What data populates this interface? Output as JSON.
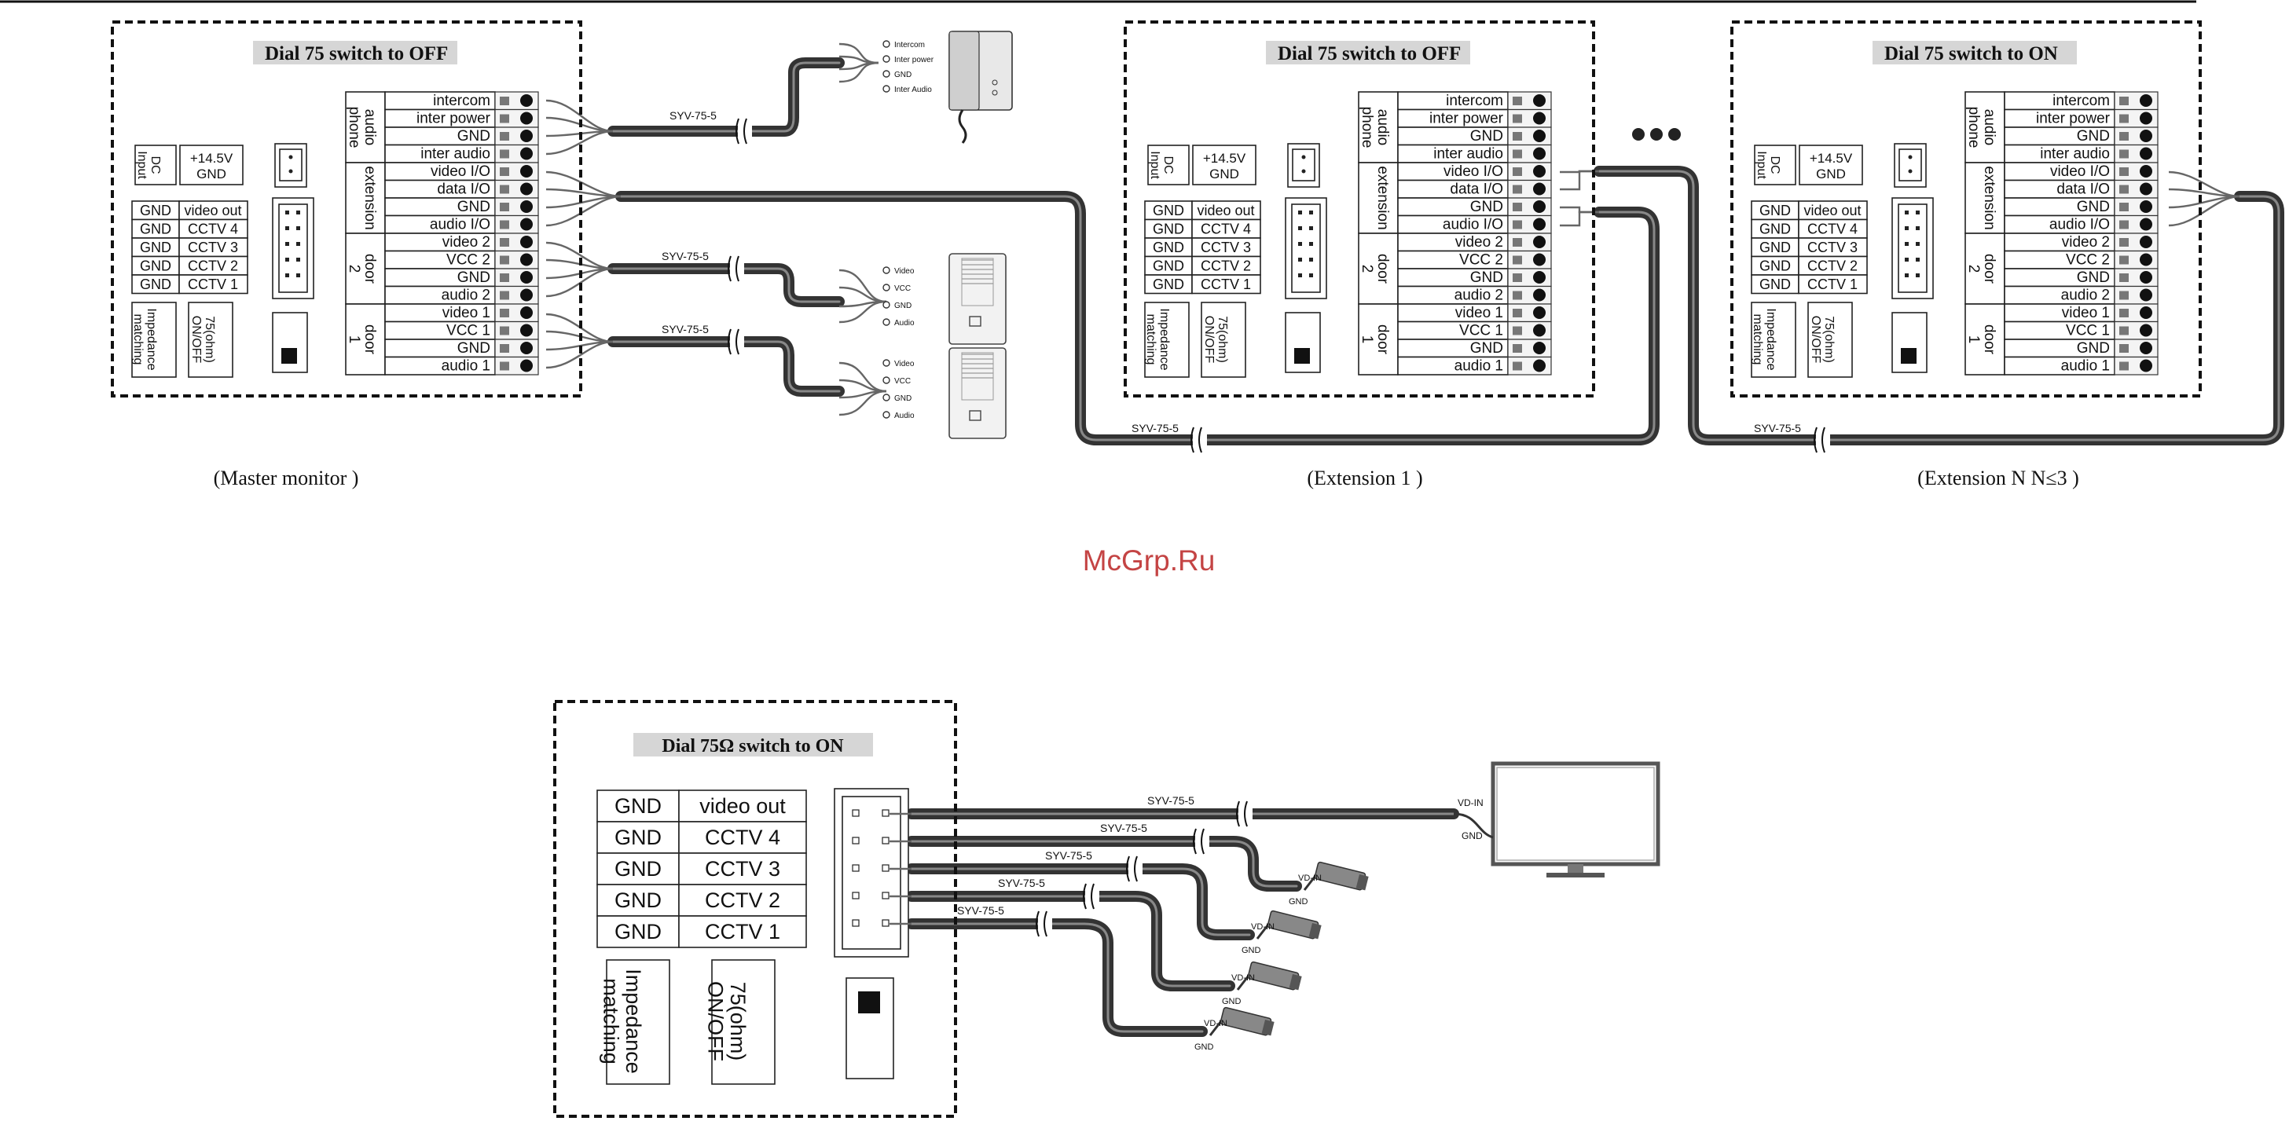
{
  "page": {
    "watermark": "McGrp.Ru",
    "captions": {
      "master": "(Master monitor )",
      "ext1": "(Extension 1 )",
      "extn": "(Extension  N N≤3 )"
    }
  },
  "top_panels": [
    {
      "id": "master",
      "banner": "Dial 75  switch to OFF"
    },
    {
      "id": "ext1",
      "banner": "Dial 75  switch to OFF"
    },
    {
      "id": "extn",
      "banner": "Dial 75  switch to ON"
    }
  ],
  "terminal_groups": [
    {
      "label": "audio phone",
      "pins": [
        "intercom",
        "inter power",
        "GND",
        "inter audio"
      ]
    },
    {
      "label": "extension",
      "pins": [
        "video I/O",
        "data I/O",
        "GND",
        "audio I/O"
      ]
    },
    {
      "label": "door 2",
      "pins": [
        "video 2",
        "VCC 2",
        "GND",
        "audio 2"
      ]
    },
    {
      "label": "door 1",
      "pins": [
        "video 1",
        "VCC 1",
        "GND",
        "audio 1"
      ]
    }
  ],
  "power": {
    "dc_label": "DC Input",
    "voltage": "+14.5V",
    "gnd": "GND"
  },
  "cctv_rows": [
    {
      "gnd": "GND",
      "signal": "video out"
    },
    {
      "gnd": "GND",
      "signal": "CCTV 4"
    },
    {
      "gnd": "GND",
      "signal": "CCTV 3"
    },
    {
      "gnd": "GND",
      "signal": "CCTV 2"
    },
    {
      "gnd": "GND",
      "signal": "CCTV 1"
    }
  ],
  "impedance": {
    "label": "Impedance matching",
    "switch": "75(ohm) ON/OFF"
  },
  "cable_label": "SYV-75-5",
  "handset_wires": [
    "Intercom",
    "Inter power",
    "GND",
    "Inter Audio"
  ],
  "door_wires": [
    "Video",
    "VCC",
    "GND",
    "Audio"
  ],
  "bottom": {
    "banner": "Dial 75Ω switch to ON",
    "vd_in": "VD-IN",
    "gnd": "GND"
  }
}
